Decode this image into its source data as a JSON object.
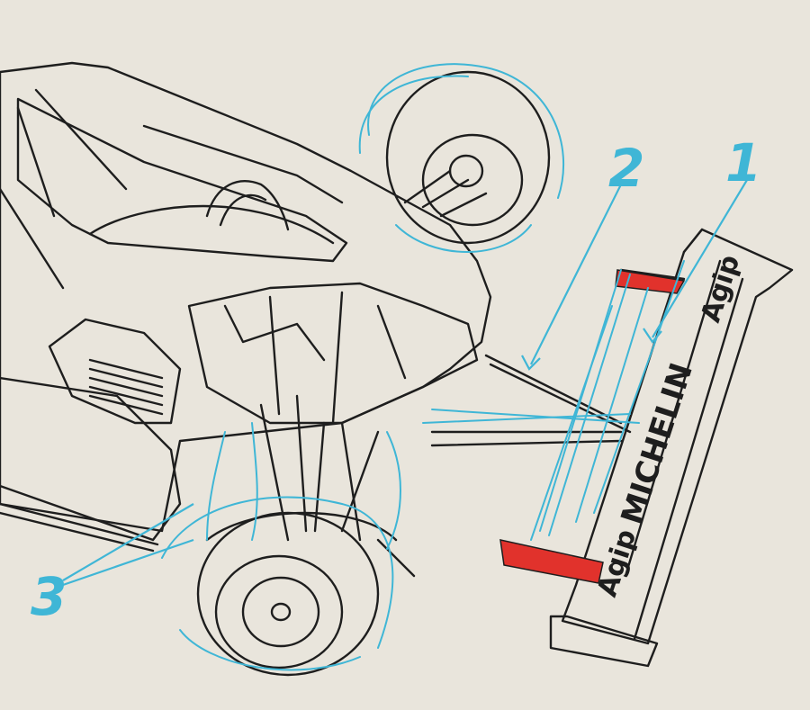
{
  "callouts": [
    {
      "number": "1"
    },
    {
      "number": "2"
    },
    {
      "number": "3"
    }
  ],
  "wing_sponsors": {
    "top": "Agip",
    "main": "MICHELIN",
    "bottom": "Agip"
  },
  "colors": {
    "paper": "#e9e5dc",
    "ink": "#1e1e1e",
    "airflow_blue": "#3fb6d6",
    "flap_red": "#e1322c"
  }
}
